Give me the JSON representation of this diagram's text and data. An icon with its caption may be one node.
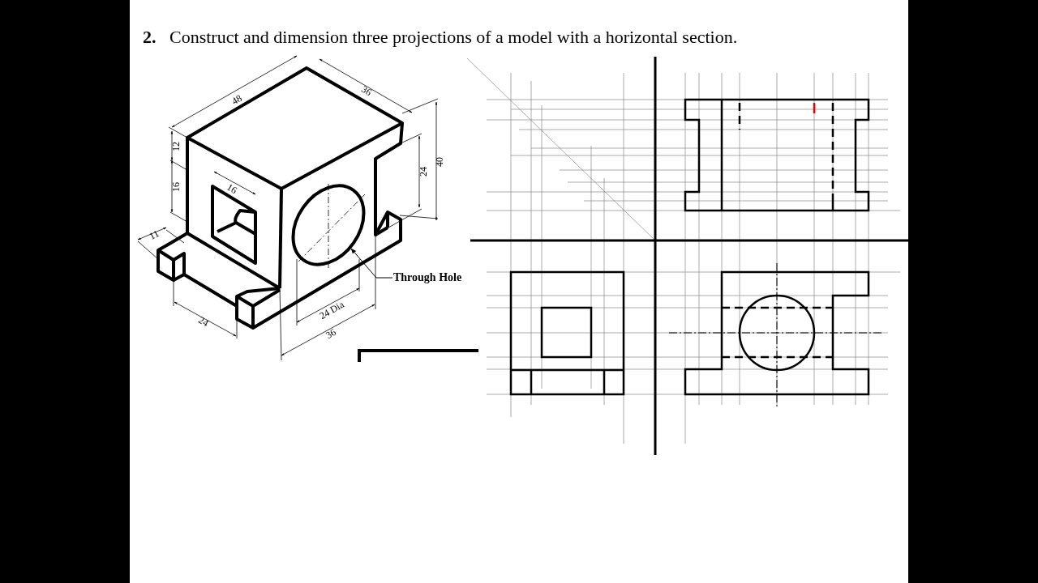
{
  "diagram": {
    "title": "**2.**   Construct and dimension three projections of a model with a horizontal section.",
    "nodes": [
      {
        "text": [
          "Through Hole"
        ]
      },
      {
        "text": [],
        "shape": "circle"
      }
    ],
    "edges": [
      {
        "from": 0,
        "to": 1,
        "arrow": "to"
      }
    ],
    "labels": [
      "48",
      "36",
      "12",
      "40",
      "24",
      "16",
      "16",
      "11",
      "24 Dia",
      "24",
      "36"
    ]
  }
}
